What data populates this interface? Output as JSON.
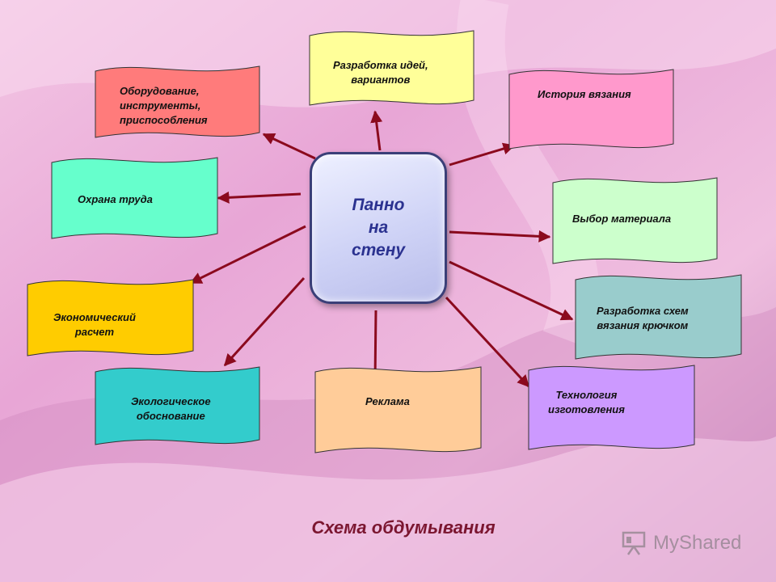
{
  "center": {
    "label": "Панно\nна\nстену"
  },
  "banners": [
    {
      "id": "equipment",
      "text": "Оборудование,\nинструменты,\nприспособления",
      "color": "#ff7b7b"
    },
    {
      "id": "ideas",
      "text": "Разработка идей,\nвариантов",
      "color": "#ffff99"
    },
    {
      "id": "history",
      "text": "История вязания",
      "color": "#ff99cc"
    },
    {
      "id": "safety",
      "text": "Охрана труда",
      "color": "#66ffcc"
    },
    {
      "id": "material",
      "text": "Выбор материала",
      "color": "#ccffcc"
    },
    {
      "id": "economic",
      "text": "Экономический\nрасчет",
      "color": "#ffcc00"
    },
    {
      "id": "schemes",
      "text": "Разработка схем\nвязания крючком",
      "color": "#99cccc"
    },
    {
      "id": "ecology",
      "text": "Экологическое\nобоснование",
      "color": "#33cccc"
    },
    {
      "id": "advertising",
      "text": "Реклама",
      "color": "#ffcc99"
    },
    {
      "id": "technology",
      "text": "Технология\nизготовления",
      "color": "#cc99ff"
    }
  ],
  "caption": "Схема обдумывания",
  "watermark": {
    "text": "MyShared",
    "icon": "presentation-board-icon"
  },
  "colors": {
    "arrow": "#8b0a1e",
    "center_border": "#3a3f78",
    "caption": "#7b1630"
  }
}
